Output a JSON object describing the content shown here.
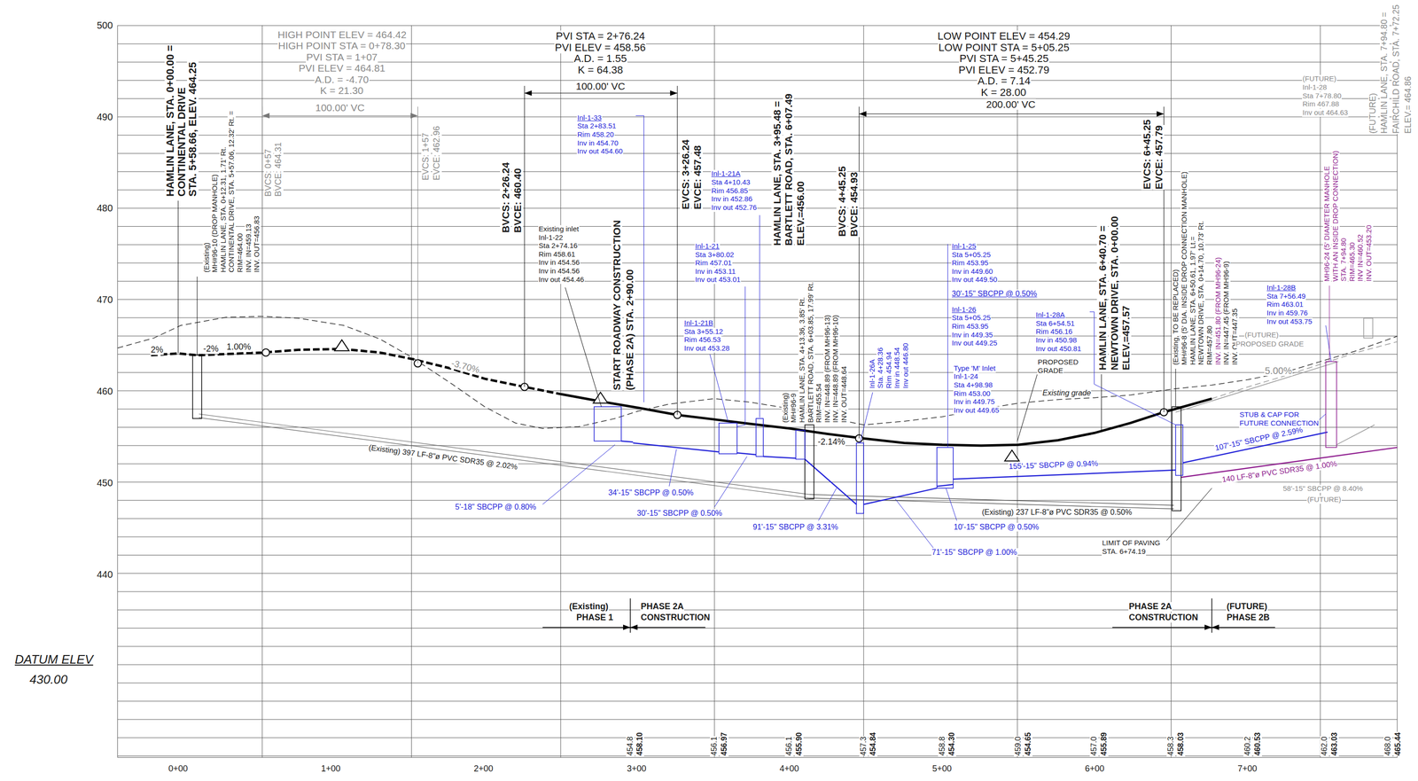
{
  "diagram": {
    "labels": [
      "500",
      "490",
      "480",
      "470",
      "460",
      "450",
      "440",
      "DATUM ELEV",
      "430.00",
      "0+00",
      "1+00",
      "2+00",
      "3+00",
      "4+00",
      "5+00",
      "6+00",
      "7+00",
      "454.8",
      "458.10",
      "456.1",
      "456.97",
      "456.1",
      "455.90",
      "457.3",
      "454.84",
      "458.8",
      "454.30",
      "459.0",
      "454.65",
      "457.0",
      "455.89",
      "458.3",
      "458.03",
      "460.2",
      "460.53",
      "462.0",
      "463.03",
      "468.0",
      "465.44",
      "HAMLIN LANE, STA. 0+00.00 =",
      "CONTINENTAL DRIVE",
      "STA. 5+58.66, ELEV. 464.25",
      "(Existing)",
      "MH#96-10 (DROP MANHOLE)",
      "HAMLIN LANE, STA. 0+12.31, 1.71' Rt.",
      "CONTINENTAL DRIVE, STA. 5+57.06, 12.32' Rt. =",
      "RIM=464.00",
      "INV. IN=459.13",
      "INV. OUT=456.83",
      "HIGH POINT ELEV = 464.42",
      "HIGH POINT STA = 0+78.30",
      "PVI STA = 1+07",
      "PVI ELEV = 464.81",
      "A.D. = -4.70",
      "K = 21.30",
      "100.00' VC",
      "BVCS: 0+57",
      "BVCE: 464.31",
      "EVCS: 1+57",
      "EVCE: 462.96",
      "PVI STA = 2+76.24",
      "PVI ELEV = 458.56",
      "A.D. = 1.55",
      "K = 64.38",
      "100.00' VC",
      "BVCS: 2+26.24",
      "BVCE: 460.40",
      "EVCS: 3+26.24",
      "EVCE: 457.48",
      "HAMLIN LANE, STA. 3+95.48 =",
      "BARTLETT ROAD, STA. 6+07.49",
      "ELEV.=456.00",
      "BVCS: 4+45.25",
      "BVCE: 454.93",
      "LOW POINT ELEV = 454.29",
      "LOW POINT STA = 5+05.25",
      "PVI STA = 5+45.25",
      "PVI ELEV = 452.79",
      "A.D. = 7.14",
      "K = 28.00",
      "200.00' VC",
      "EVCS: 6+45.25",
      "EVCE: 457.79",
      "HAMLIN LANE, STA. 6+40.70 =",
      "NEWTOWN DRIVE, STA. 0+00.00",
      "ELEV.=457.57",
      "(FUTURE)",
      "HAMLIN LANE, STA. 7+94.80 =",
      "FAIRCHILD ROAD, STA. 7+72.25",
      "ELEV.= 464.86",
      "(FUTURE)",
      "Inl-1-28",
      "Sta 7+78.80",
      "Rim 467.88",
      "Inv out 464.63",
      "MH96-24 (5' DIAMETER MANHOLE",
      "WITH AN INSIDE DROP CONNECTION)",
      "STA. 7+94.80",
      "RIM=465.30",
      "INV IN=460.52",
      "INV. OUT=453.20",
      "Existing inlet",
      "Inl-1-22",
      "Sta 2+74.16",
      "Rim 458.61",
      "Inv in 454.56",
      "Inv in 454.56",
      "Inv out 454.46",
      "START ROADWAY CONSTRUCTION",
      "(PHASE 2A) STA. 2+90.00",
      "Inl-1-33",
      "Sta 2+83.51",
      "Rim 458.20",
      "Inv in 454.70",
      "Inv out 454.60",
      "Inl-1-21A",
      "Sta 4+10.43",
      "Rim 456.85",
      "Inv in 452.86",
      "Inv out 452.76",
      "Inl-1-21",
      "Sta 3+80.02",
      "Rim 457.01",
      "Inv in 453.11",
      "Inv out 453.01",
      "Inl-1-21B",
      "Sta 3+55.12",
      "Rim 456.53",
      "Inv out 453.28",
      "Inl-1-25",
      "Sta 5+05.25",
      "Rim 453.95",
      "Inv in 449.60",
      "Inv out 449.50",
      "30'-15\" SBCPP @ 0.50%",
      "Inl-1-26",
      "Sta 5+05.25",
      "Rim 453.95",
      "Inv in 449.35",
      "Inv out 449.25",
      "Inl-1-28A",
      "Sta 6+54.51",
      "Rim 456.16",
      "Inv in 450.98",
      "Inv out 450.81",
      "Type 'M' Inlet",
      "Inl-1-24",
      "Sta 4+98.98",
      "Rim 453.00",
      "Inv in 449.75",
      "Inv out 449.65",
      "PROPOSED",
      "GRADE",
      "Existing grade",
      "Inl-1-28B",
      "Sta 7+56.49",
      "Rim 463.01",
      "Inv in 459.76",
      "Inv out 453.75",
      "Inl-1-26A",
      "Sta. 4+28.36",
      "Rim 454.94",
      "Inv in 448.54",
      "Inv out 446.80",
      "(Existing)",
      "MH#96-9",
      "HAMLIN LANE, STA. 4+13.36, 3.85' Rt.",
      "BARTLETT ROAD, STA. 6+03.85, 17.99' Rt.",
      "RIM=455.54",
      "INV. IN=448.89 (FROM MH96-13)",
      "INV. IN=448.89 (FROM MH96-10)",
      "INV. OUT=448.64",
      "(Existing, TO BE REPLACED)",
      "MH#96-8 (5' DIA. INSIDE DROP CONNECTION MANHOLE)",
      "HAMLIN LANE, STA. 6+50.61, 1.97' Lt.=",
      "NEWTOWN DRIVE, STA. 0+14.70, 10.73' Rt.",
      "RIM=457.80",
      "INV. IN=451.80 (FROM MH96-24)",
      "INV. IN=447.45 (FROM MH96-9)",
      "INV. OUT=447.35",
      "(FUTURE)",
      "PROPOSED GRADE",
      "5.00%",
      "STUB & CAP FOR",
      "FUTURE CONNECTION",
      "107'-15\" SBCPP @ 2.59%",
      "140 LF-8\"ø PVC SDR35 @ 1.00%",
      "58'-15\" SBCPP @ 8.40%",
      "(FUTURE)",
      "155'-15\" SBCPP @ 0.94%",
      "(Existing) 237 LF-8\"ø PVC SDR35 @ 0.50%",
      "LIMIT OF PAVING",
      "STA. 6+74.19",
      "(Existing) 397 LF-8\"ø PVC SDR35 @ 2.02%",
      "5'-18\" SBCPP @ 0.80%",
      "34'-15\" SBCPP @ 0.50%",
      "30'-15\" SBCPP @ 0.50%",
      "91'-15\" SBCPP @ 3.31%",
      "10'-15\" SBCPP @ 0.50%",
      "71'-15\" SBCPP @ 1.00%",
      "2%",
      "-2%",
      "1.00%",
      "-3.70%",
      "-2.14%",
      "(Existing)",
      "PHASE 1",
      "PHASE 2A",
      "CONSTRUCTION",
      "PHASE 2A",
      "CONSTRUCTION",
      "(FUTURE)",
      "PHASE 2B"
    ]
  }
}
